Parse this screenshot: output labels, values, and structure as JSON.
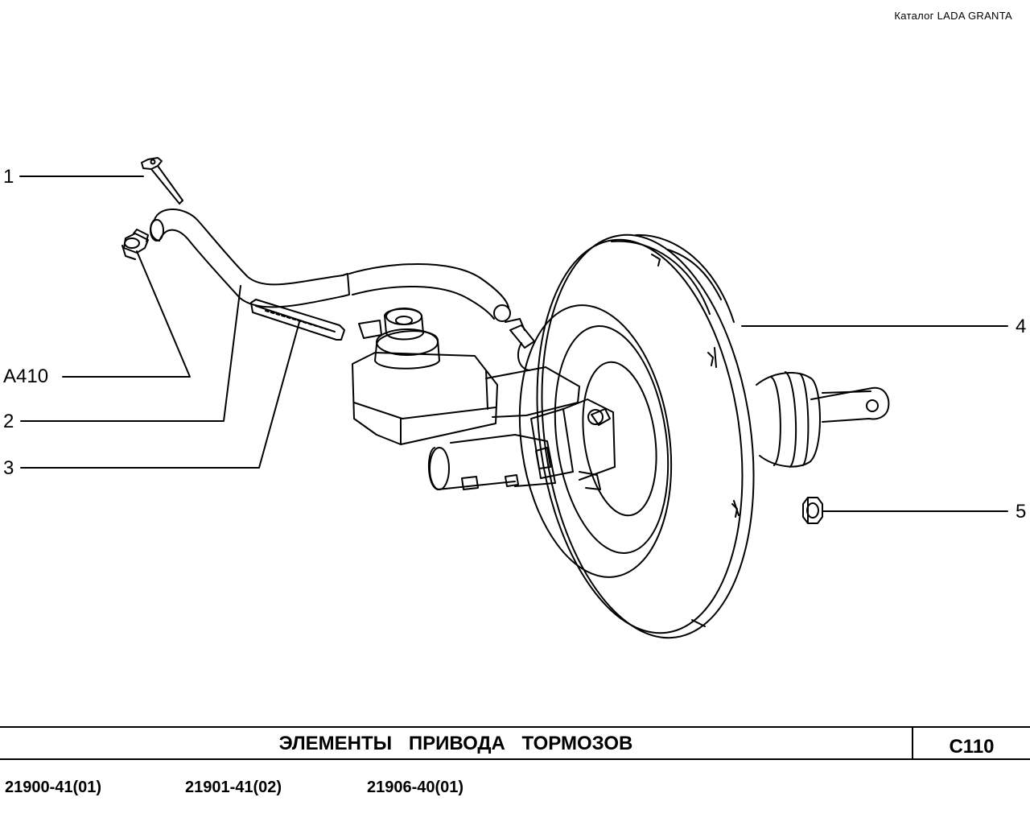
{
  "header": {
    "catalog": "Каталог  LADA  GRANTA"
  },
  "callouts": {
    "c1": "1",
    "cA410": "A410",
    "c2": "2",
    "c3": "3",
    "c4": "4",
    "c5": "5"
  },
  "title_block": {
    "title": "ЭЛЕМЕНТЫ  ПРИВОДА  ТОРМОЗОВ",
    "page_code": "C110"
  },
  "models": [
    "21900-41(01)",
    "21901-41(02)",
    "21906-40(01)"
  ]
}
